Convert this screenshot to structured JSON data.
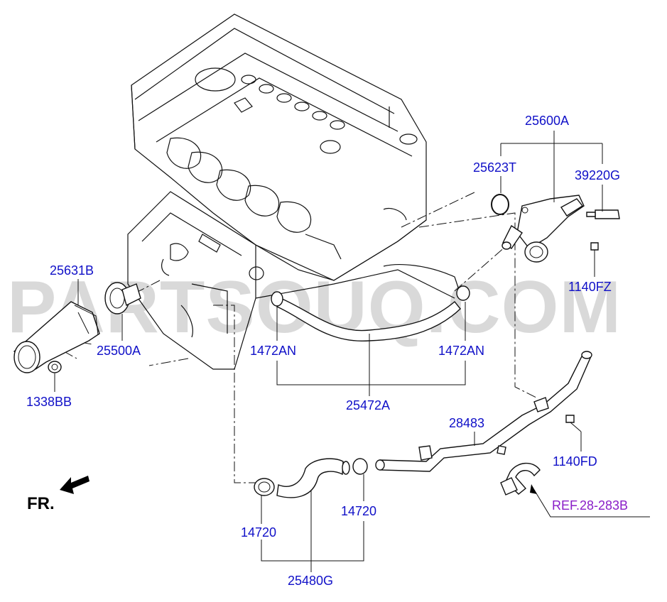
{
  "labels": {
    "p25600A": "25600A",
    "p25623T": "25623T",
    "p39220G": "39220G",
    "p1140FZ": "1140FZ",
    "p25631B": "25631B",
    "p25500A": "25500A",
    "p1338BB": "1338BB",
    "p1472AN_left": "1472AN",
    "p1472AN_right": "1472AN",
    "p25472A": "25472A",
    "p28483": "28483",
    "p1140FD": "1140FD",
    "p14720_left": "14720",
    "p14720_right": "14720",
    "p25480G": "25480G",
    "ref": "REF.28-283B",
    "fr": "FR."
  },
  "watermark": "PARTSOUQ.COM",
  "colors": {
    "part_label": "#1010c8",
    "ref_label": "#8a1ec8",
    "line": "#111111",
    "watermark": "#000000"
  }
}
